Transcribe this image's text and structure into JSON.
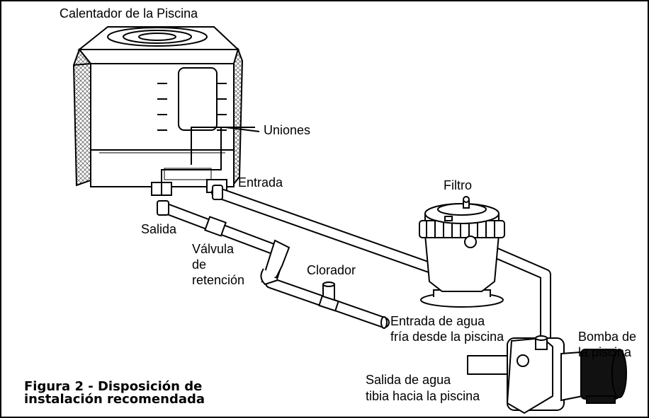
{
  "figure": {
    "caption_line1": "Figura 2 - Disposición de",
    "caption_line2": "instalación recomendada"
  },
  "labels": {
    "heater": "Calentador de la Piscina",
    "unions": "Uniones",
    "inlet": "Entrada",
    "outlet": "Salida",
    "filter": "Filtro",
    "check_valve_1": "Válvula",
    "check_valve_2": "de",
    "check_valve_3": "retención",
    "chlorinator": "Clorador",
    "cold_water_1": "Entrada de agua",
    "cold_water_2": "fría desde la piscina",
    "pump_1": "Bomba de",
    "pump_2": "la piscina",
    "warm_water_1": "Salida de agua",
    "warm_water_2": "tibia hacia la piscina"
  },
  "colors": {
    "line": "#000000",
    "fill": "#ffffff",
    "shade": "#d8d8d8"
  }
}
